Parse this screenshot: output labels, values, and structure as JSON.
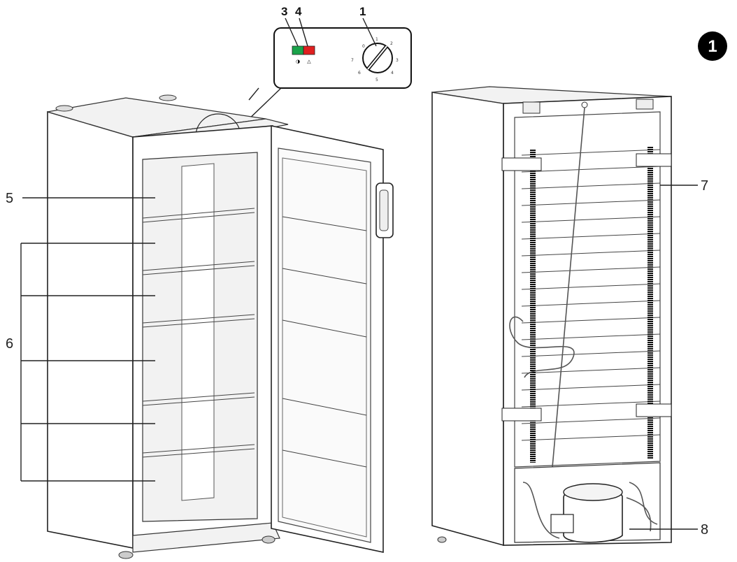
{
  "figure_number": "1",
  "callouts": {
    "c1": "1",
    "c3": "3",
    "c4": "4",
    "c5": "5",
    "c6": "6",
    "c7": "7",
    "c8": "8"
  },
  "control_panel": {
    "dial_numbers": [
      "0",
      "1",
      "2",
      "3",
      "4",
      "5",
      "6",
      "7"
    ],
    "green_lamp_color": "#1aa34a",
    "red_lamp_color": "#e02020"
  }
}
